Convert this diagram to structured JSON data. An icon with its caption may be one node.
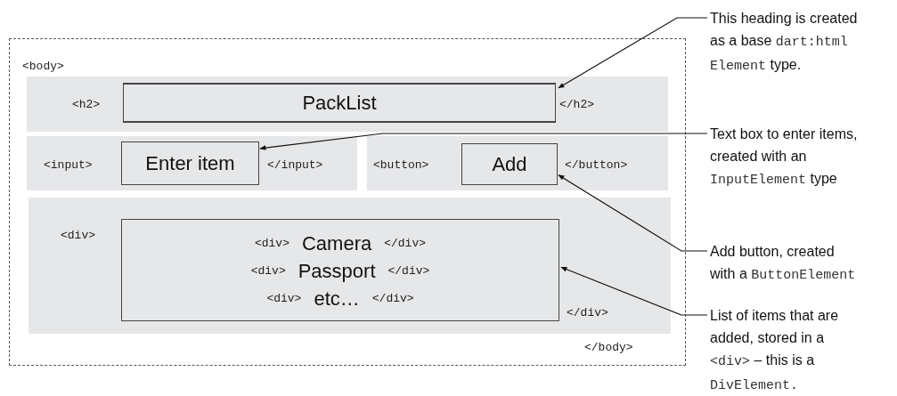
{
  "diagram": {
    "nodes": [
      {
        "text": [
          "<body>",
          "</body>"
        ]
      },
      {
        "text": [
          "<h2>",
          "</h2>"
        ],
        "in": 0
      },
      {
        "text": [
          "PackList"
        ],
        "in": 1
      },
      {
        "text": [
          "<input>",
          "</input>"
        ],
        "in": 0
      },
      {
        "text": [
          "Enter item"
        ],
        "in": 3
      },
      {
        "text": [
          "<button>",
          "</button>"
        ],
        "in": 0
      },
      {
        "text": [
          "Add"
        ],
        "in": 5
      },
      {
        "text": [
          "<div>",
          "</div>"
        ],
        "in": 0
      },
      {
        "text": [
          "<div>",
          "Camera",
          "</div>",
          "<div>",
          "Passport",
          "</div>",
          "<div>",
          "etc…",
          "</div>"
        ],
        "in": 7
      },
      {
        "text": [
          "This heading is created as a base",
          "dart:html Element",
          "type."
        ]
      },
      {
        "text": [
          "Text box to enter items, created with an",
          "InputElement",
          "type"
        ]
      },
      {
        "text": [
          "Add button, created with a",
          "ButtonElement"
        ]
      },
      {
        "text": [
          "List of items that are added, stored in a",
          "<div>",
          "– this is a",
          "DivElement."
        ]
      }
    ],
    "edges": [
      {
        "from": 9,
        "to": 2,
        "arrow": "to"
      },
      {
        "from": 10,
        "to": 4,
        "arrow": "to"
      },
      {
        "from": 11,
        "to": 6,
        "arrow": "to"
      },
      {
        "from": 12,
        "to": 8,
        "arrow": "to"
      }
    ]
  }
}
